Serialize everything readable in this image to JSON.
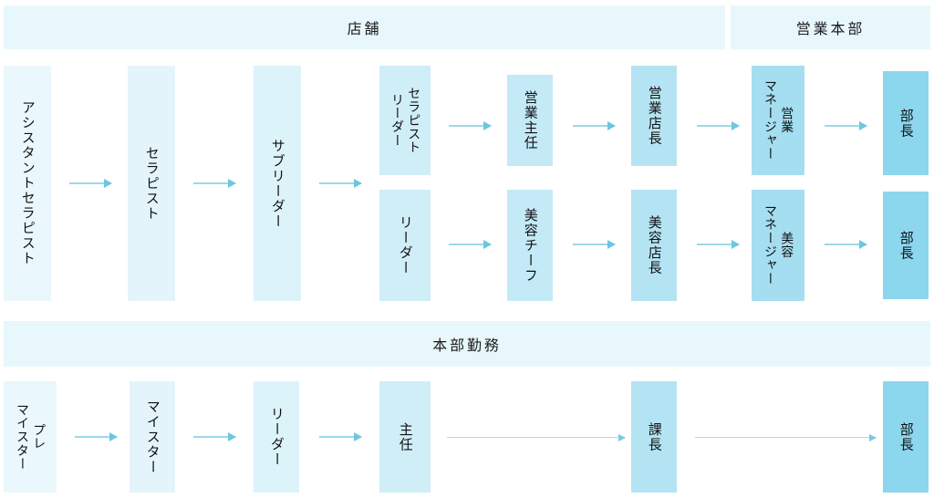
{
  "bands": [
    {
      "id": "store",
      "label": "店舗"
    },
    {
      "id": "sales-hq",
      "label": "営業本部"
    },
    {
      "id": "headquarters",
      "label": "本部勤務"
    }
  ],
  "colors": {
    "band_bg": "#e8f7fc",
    "arrow": "#9ed8e8",
    "arrow_head": "#6ec6df",
    "tone_lightest": "#eaf7fc",
    "tone_darkest": "#8cd6ee",
    "text": "#111111"
  },
  "store_track": {
    "entry": [
      {
        "name": "assistant-therapist",
        "label": "アシスタントセラピスト",
        "tone": "t0"
      },
      {
        "name": "therapist",
        "label": "セラピスト",
        "tone": "t1"
      },
      {
        "name": "sub-leader",
        "label": "サブリーダー",
        "tone": "t2"
      }
    ],
    "upper_branch": [
      {
        "name": "therapist-leader",
        "label_col1": "セラピスト",
        "label_col2": "リーダー",
        "tone": "t3"
      },
      {
        "name": "sales-chief",
        "label": "営業主任",
        "tone": "t4"
      },
      {
        "name": "sales-store-manager",
        "label": "営業店長",
        "tone": "t5"
      },
      {
        "name": "sales-manager",
        "label_col1": "営業",
        "label_col2": "マネージャー",
        "tone": "t6"
      },
      {
        "name": "sales-general-manager",
        "label": "部長",
        "tone": "t7"
      }
    ],
    "lower_branch": [
      {
        "name": "leader",
        "label": "リーダー",
        "tone": "t3"
      },
      {
        "name": "beauty-chief",
        "label": "美容チーフ",
        "tone": "t4"
      },
      {
        "name": "beauty-store-manager",
        "label": "美容店長",
        "tone": "t5"
      },
      {
        "name": "beauty-manager",
        "label_col1": "美容",
        "label_col2": "マネージャー",
        "tone": "t6"
      },
      {
        "name": "beauty-general-manager",
        "label": "部長",
        "tone": "t7"
      }
    ]
  },
  "hq_track": [
    {
      "name": "pre-meister",
      "label_col1": "プレ",
      "label_col2": "マイスター",
      "tone": "t0"
    },
    {
      "name": "meister",
      "label": "マイスター",
      "tone": "t1"
    },
    {
      "name": "hq-leader",
      "label": "リーダー",
      "tone": "t2"
    },
    {
      "name": "hq-chief",
      "label": "主任",
      "tone": "t3"
    },
    {
      "name": "section-manager",
      "label": "課長",
      "tone": "t5"
    },
    {
      "name": "hq-general-manager",
      "label": "部長",
      "tone": "t7"
    }
  ]
}
